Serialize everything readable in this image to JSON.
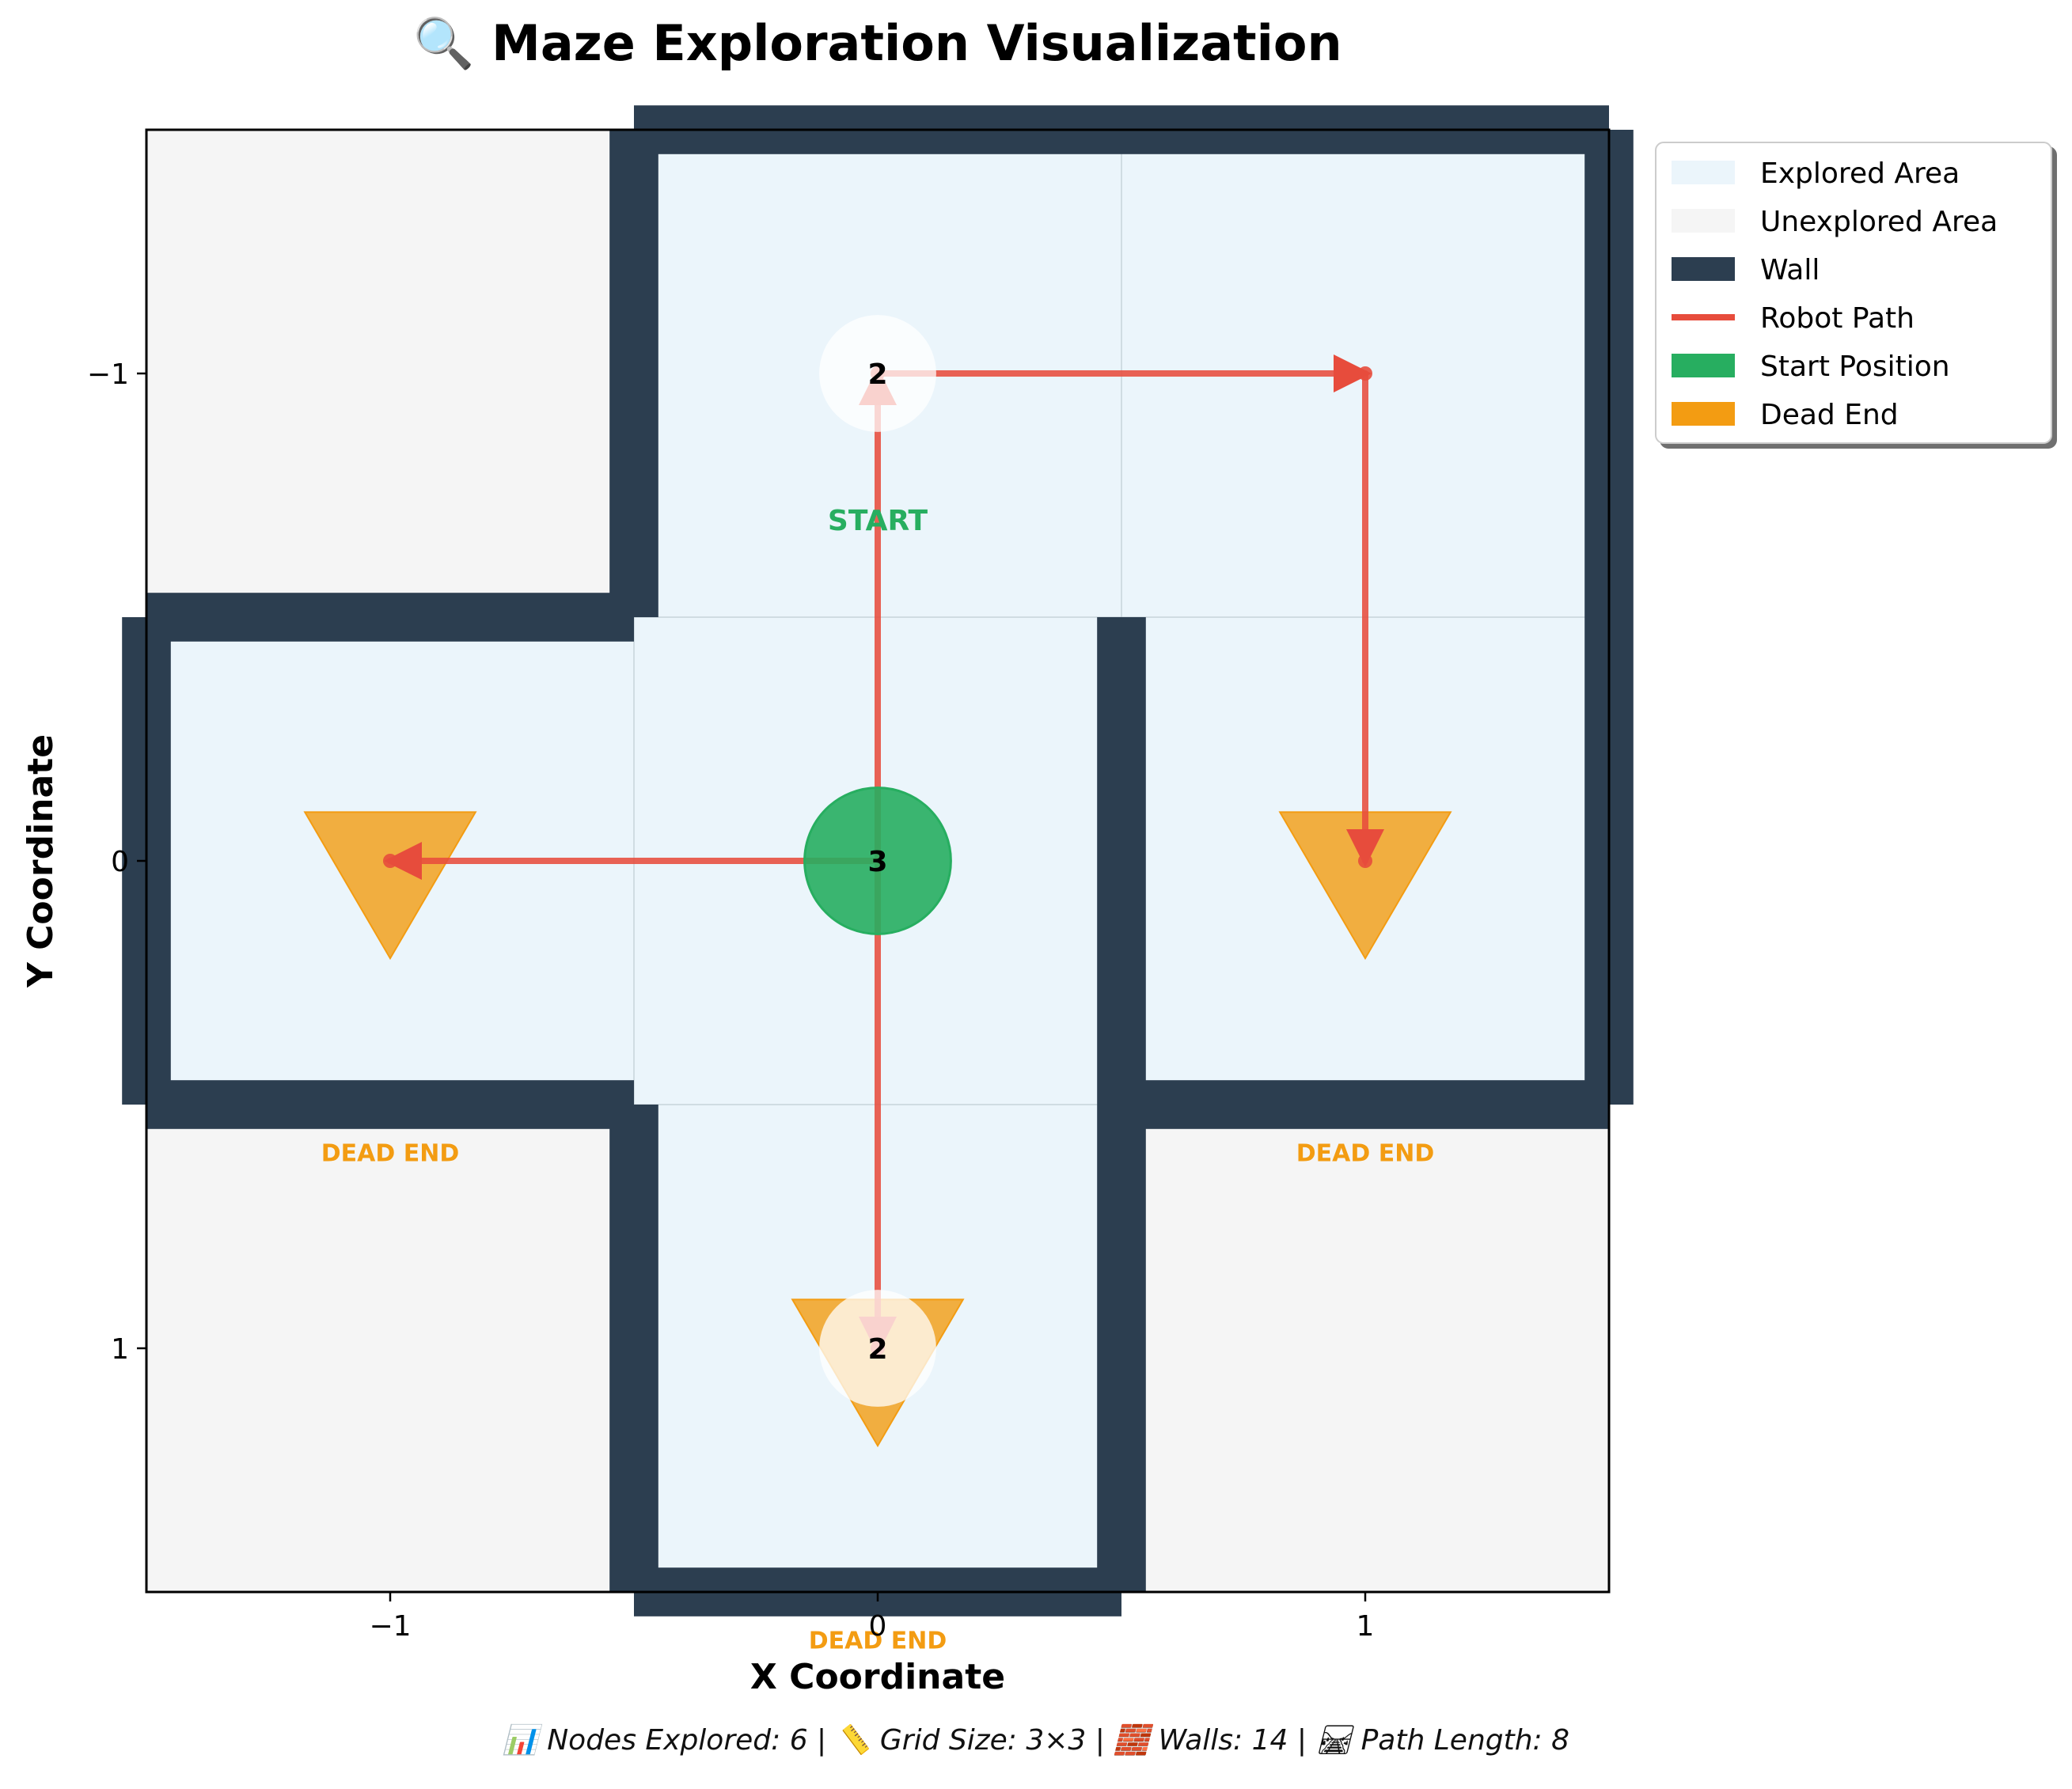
{
  "title": "🔍 Maze Exploration Visualization",
  "footer": "📊 Nodes Explored: 6 | 📏 Grid Size: 3×3 | 🧱 Walls: 14 | 🛤 Path Length: 8",
  "colors": {
    "explored": "#EBF5FB",
    "unexplored": "#F5F5F5",
    "wall": "#2C3E50",
    "path": "#E74C3C",
    "start": "#27AE60",
    "dead_end": "#F39C12",
    "visit_marker": "#FFFFFF"
  },
  "chart_data": {
    "type": "scatter",
    "title": "🔍 Maze Exploration Visualization",
    "xlabel": "X Coordinate",
    "ylabel": "Y Coordinate",
    "xlim": [
      -1.5,
      1.5
    ],
    "ylim": [
      -1.5,
      1.5
    ],
    "y_inverted": true,
    "grid": true,
    "x_ticks": [
      {
        "value": -1,
        "label": "−1"
      },
      {
        "value": 0,
        "label": "0"
      },
      {
        "value": 1,
        "label": "1"
      }
    ],
    "y_ticks": [
      {
        "value": -1,
        "label": "−1"
      },
      {
        "value": 0,
        "label": "0"
      },
      {
        "value": 1,
        "label": "1"
      }
    ],
    "cells": [
      {
        "x": -1,
        "y": -1,
        "state": "unexplored"
      },
      {
        "x": 0,
        "y": -1,
        "state": "explored"
      },
      {
        "x": 1,
        "y": -1,
        "state": "explored"
      },
      {
        "x": -1,
        "y": 0,
        "state": "explored"
      },
      {
        "x": 0,
        "y": 0,
        "state": "explored"
      },
      {
        "x": 1,
        "y": 0,
        "state": "explored"
      },
      {
        "x": -1,
        "y": 1,
        "state": "unexplored"
      },
      {
        "x": 0,
        "y": 1,
        "state": "explored"
      },
      {
        "x": 1,
        "y": 1,
        "state": "unexplored"
      }
    ],
    "walls": [
      {
        "from": [
          -0.5,
          -1.5
        ],
        "to": [
          -0.5,
          -0.5
        ]
      },
      {
        "from": [
          -1.5,
          -0.5
        ],
        "to": [
          -0.5,
          -0.5
        ]
      },
      {
        "from": [
          -0.5,
          -1.5
        ],
        "to": [
          1.5,
          -1.5
        ]
      },
      {
        "from": [
          1.5,
          -1.5
        ],
        "to": [
          1.5,
          0.5
        ]
      },
      {
        "from": [
          -1.5,
          -0.5
        ],
        "to": [
          -1.5,
          0.5
        ]
      },
      {
        "from": [
          -1.5,
          0.5
        ],
        "to": [
          -0.5,
          0.5
        ]
      },
      {
        "from": [
          -0.5,
          0.5
        ],
        "to": [
          -0.5,
          1.5
        ]
      },
      {
        "from": [
          -0.5,
          1.5
        ],
        "to": [
          0.5,
          1.5
        ]
      },
      {
        "from": [
          0.5,
          -0.5
        ],
        "to": [
          0.5,
          1.5
        ]
      },
      {
        "from": [
          0.5,
          0.5
        ],
        "to": [
          1.5,
          0.5
        ]
      }
    ],
    "path_segments": [
      {
        "from": [
          0,
          0
        ],
        "to": [
          0,
          -1
        ]
      },
      {
        "from": [
          0,
          -1
        ],
        "to": [
          1,
          -1
        ]
      },
      {
        "from": [
          1,
          -1
        ],
        "to": [
          1,
          0
        ]
      },
      {
        "from": [
          0,
          0
        ],
        "to": [
          -1,
          0
        ]
      },
      {
        "from": [
          0,
          0
        ],
        "to": [
          0,
          1
        ]
      }
    ],
    "start": {
      "x": 0,
      "y": 0,
      "label": "START",
      "visits": "3"
    },
    "dead_ends": [
      {
        "x": -1,
        "y": 0,
        "label": "DEAD END"
      },
      {
        "x": 1,
        "y": 0,
        "label": "DEAD END"
      },
      {
        "x": 0,
        "y": 1,
        "label": "DEAD END"
      }
    ],
    "visit_counts": [
      {
        "x": 0,
        "y": -1,
        "value": "2"
      },
      {
        "x": 0,
        "y": 1,
        "value": "2"
      }
    ],
    "legend": {
      "position": "upper-right-outside",
      "entries": [
        {
          "label": "Explored Area",
          "kind": "patch",
          "color": "#EBF5FB"
        },
        {
          "label": "Unexplored Area",
          "kind": "patch",
          "color": "#F5F5F5"
        },
        {
          "label": "Wall",
          "kind": "patch",
          "color": "#2C3E50"
        },
        {
          "label": "Robot Path",
          "kind": "line",
          "color": "#E74C3C"
        },
        {
          "label": "Start Position",
          "kind": "patch",
          "color": "#27AE60"
        },
        {
          "label": "Dead End",
          "kind": "patch",
          "color": "#F39C12"
        }
      ]
    }
  }
}
